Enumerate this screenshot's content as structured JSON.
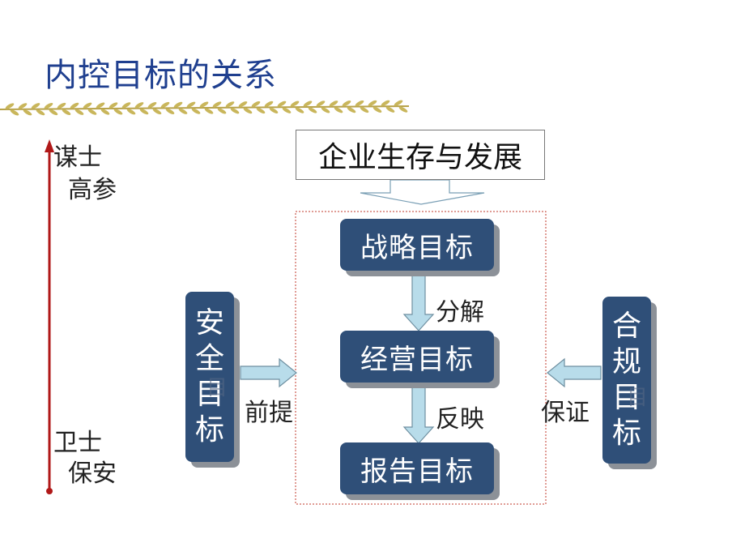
{
  "title": "内控目标的关系",
  "left_scale": {
    "top_label_line1": "谋士",
    "top_label_line2": "高参",
    "bottom_label_line1": "卫士",
    "bottom_label_line2": "保安"
  },
  "top_box": "企业生存与发展",
  "goals": {
    "strategic": "战略目标",
    "operational": "经营目标",
    "reporting": "报告目标"
  },
  "arrows": {
    "decompose": "分解",
    "reflect": "反映",
    "premise": "前提",
    "guarantee": "保证"
  },
  "left_box": {
    "chars": [
      "安",
      "全",
      "目",
      "标"
    ],
    "ghost": "目"
  },
  "right_box": {
    "chars": [
      "合",
      "规",
      "目",
      "标"
    ],
    "ghost": "目"
  }
}
